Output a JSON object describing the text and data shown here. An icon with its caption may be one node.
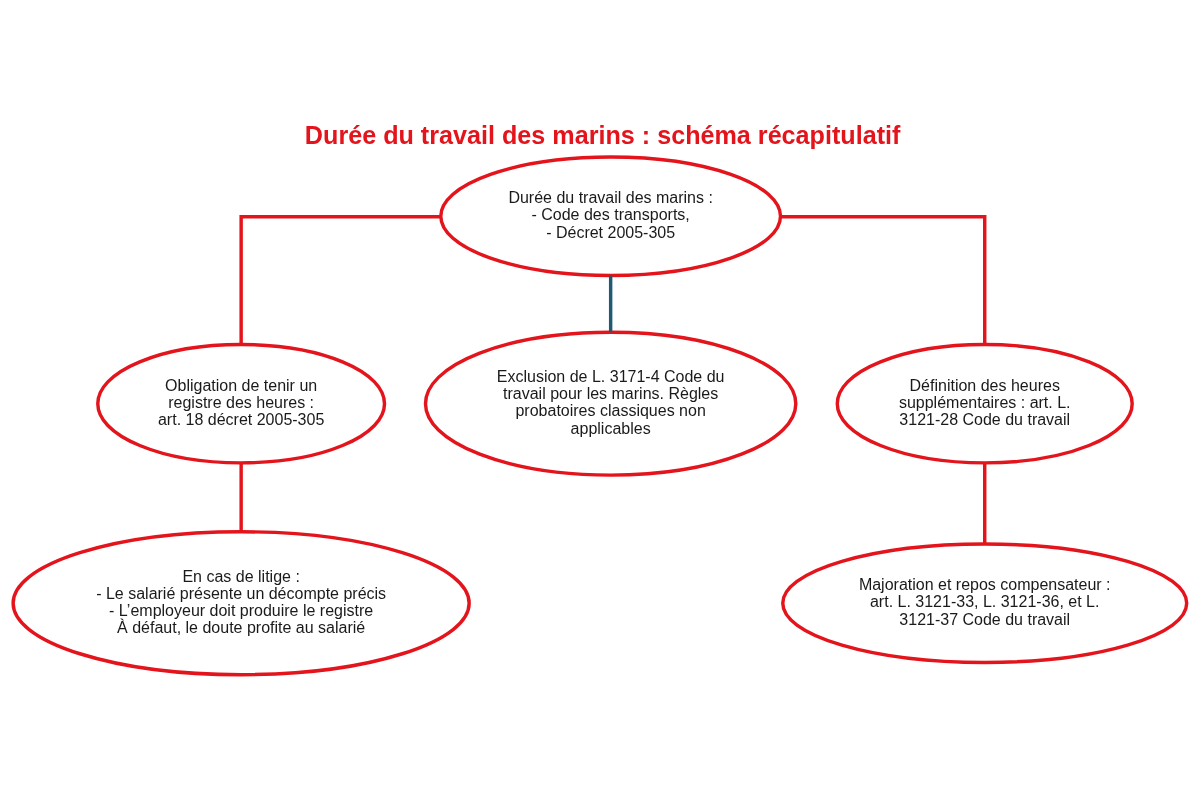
{
  "diagram": {
    "title": "Durée du travail des marins : schéma récapitulatif",
    "nodes": [
      {
        "text": [
          "Durée du travail des marins :",
          "- Code des transports,",
          "- Décret 2005-305"
        ]
      },
      {
        "text": [
          "Obligation de tenir un registre des heures : art. 18 décret 2005-305"
        ]
      },
      {
        "text": [
          "Exclusion de L. 3171-4 Code du travail pour les marins. Règles probatoires classiques non applicables"
        ]
      },
      {
        "text": [
          "Définition des heures supplémentaires : art. L. 3121-28 Code du travail"
        ]
      },
      {
        "text": [
          "En cas de litige :",
          "- Le salarié présente un décompte précis",
          "- L’employeur doit produire le registre",
          "À défaut, le doute profite au salarié"
        ]
      },
      {
        "text": [
          "Majoration et repos compensateur : art. L. 3121-33, L. 3121-36, et L. 3121-37 Code du travail"
        ]
      }
    ],
    "edges": [
      {
        "from": 0,
        "to": 1,
        "arrow": "none"
      },
      {
        "from": 0,
        "to": 2,
        "arrow": "none",
        "color": "#1f5a72"
      },
      {
        "from": 0,
        "to": 3,
        "arrow": "none"
      },
      {
        "from": 1,
        "to": 4,
        "arrow": "none"
      },
      {
        "from": 3,
        "to": 5,
        "arrow": "none"
      }
    ]
  }
}
